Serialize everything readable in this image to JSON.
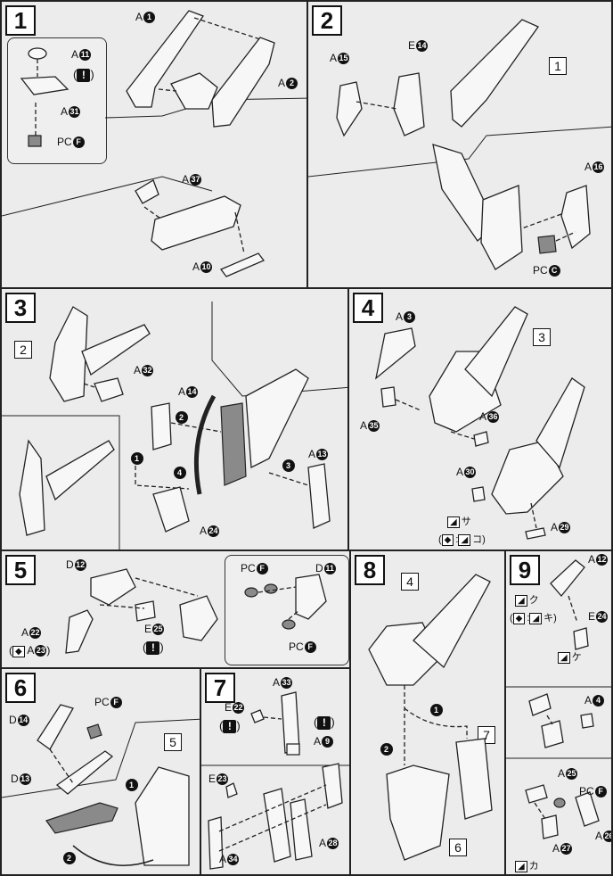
{
  "steps": [
    {
      "number": "1"
    },
    {
      "number": "2"
    },
    {
      "number": "3"
    },
    {
      "number": "4"
    },
    {
      "number": "5"
    },
    {
      "number": "6"
    },
    {
      "number": "7"
    },
    {
      "number": "8"
    },
    {
      "number": "9"
    }
  ],
  "step1": {
    "labels": {
      "a1": "A",
      "a1n": "1",
      "a2": "A",
      "a2n": "2",
      "a11": "A",
      "a11n": "11",
      "a31": "A",
      "a31n": "31",
      "pcf": "PC",
      "pcfn": "F",
      "a37": "A",
      "a37n": "37",
      "a10": "A",
      "a10n": "10"
    },
    "warn": "!"
  },
  "step2": {
    "labels": {
      "a15": "A",
      "a15n": "15",
      "e14": "E",
      "e14n": "14",
      "a16": "A",
      "a16n": "16",
      "pcc": "PC",
      "pccn": "C"
    },
    "ref": "1"
  },
  "step3": {
    "labels": {
      "a32": "A",
      "a32n": "32",
      "a14": "A",
      "a14n": "14",
      "a13": "A",
      "a13n": "13",
      "a24": "A",
      "a24n": "24"
    },
    "ref": "2",
    "seq": [
      "1",
      "2",
      "3",
      "4"
    ]
  },
  "step4": {
    "labels": {
      "a3": "A",
      "a3n": "3",
      "a35": "A",
      "a35n": "35",
      "a36": "A",
      "a36n": "36",
      "a30": "A",
      "a30n": "30",
      "a29": "A",
      "a29n": "29"
    },
    "ref": "3",
    "sym1": "サ",
    "sym2": "コ"
  },
  "step5": {
    "labels": {
      "d12": "D",
      "d12n": "12",
      "a22": "A",
      "a22n": "22",
      "a23": "A",
      "a23n": "23",
      "e25": "E",
      "e25n": "25",
      "pcf1": "PC",
      "pcf1n": "F",
      "d11": "D",
      "d11n": "11",
      "pcf2": "PC",
      "pcf2n": "F"
    },
    "warn": "!"
  },
  "step6": {
    "labels": {
      "d14": "D",
      "d14n": "14",
      "pcf": "PC",
      "pcfn": "F",
      "d13": "D",
      "d13n": "13"
    },
    "ref": "5",
    "seq": [
      "1",
      "2"
    ]
  },
  "step7": {
    "labels": {
      "a33": "A",
      "a33n": "33",
      "e22": "E",
      "e22n": "22",
      "a9": "A",
      "a9n": "9",
      "e23": "E",
      "e23n": "23",
      "a34": "A",
      "a34n": "34",
      "a28": "A",
      "a28n": "28"
    },
    "warn": "!"
  },
  "step8": {
    "refs": [
      "4",
      "7",
      "6"
    ],
    "seq": [
      "1",
      "2"
    ]
  },
  "step9": {
    "labels": {
      "a12": "A",
      "a12n": "12",
      "e24": "E",
      "e24n": "24",
      "a4": "A",
      "a4n": "4",
      "a25": "A",
      "a25n": "25",
      "pcf": "PC",
      "pcfn": "F",
      "a27": "A",
      "a27n": "27",
      "a26": "A",
      "a26n": "26"
    },
    "syms": {
      "s1": "ク",
      "s2": "キ",
      "s3": "ケ",
      "s4": "カ"
    }
  }
}
